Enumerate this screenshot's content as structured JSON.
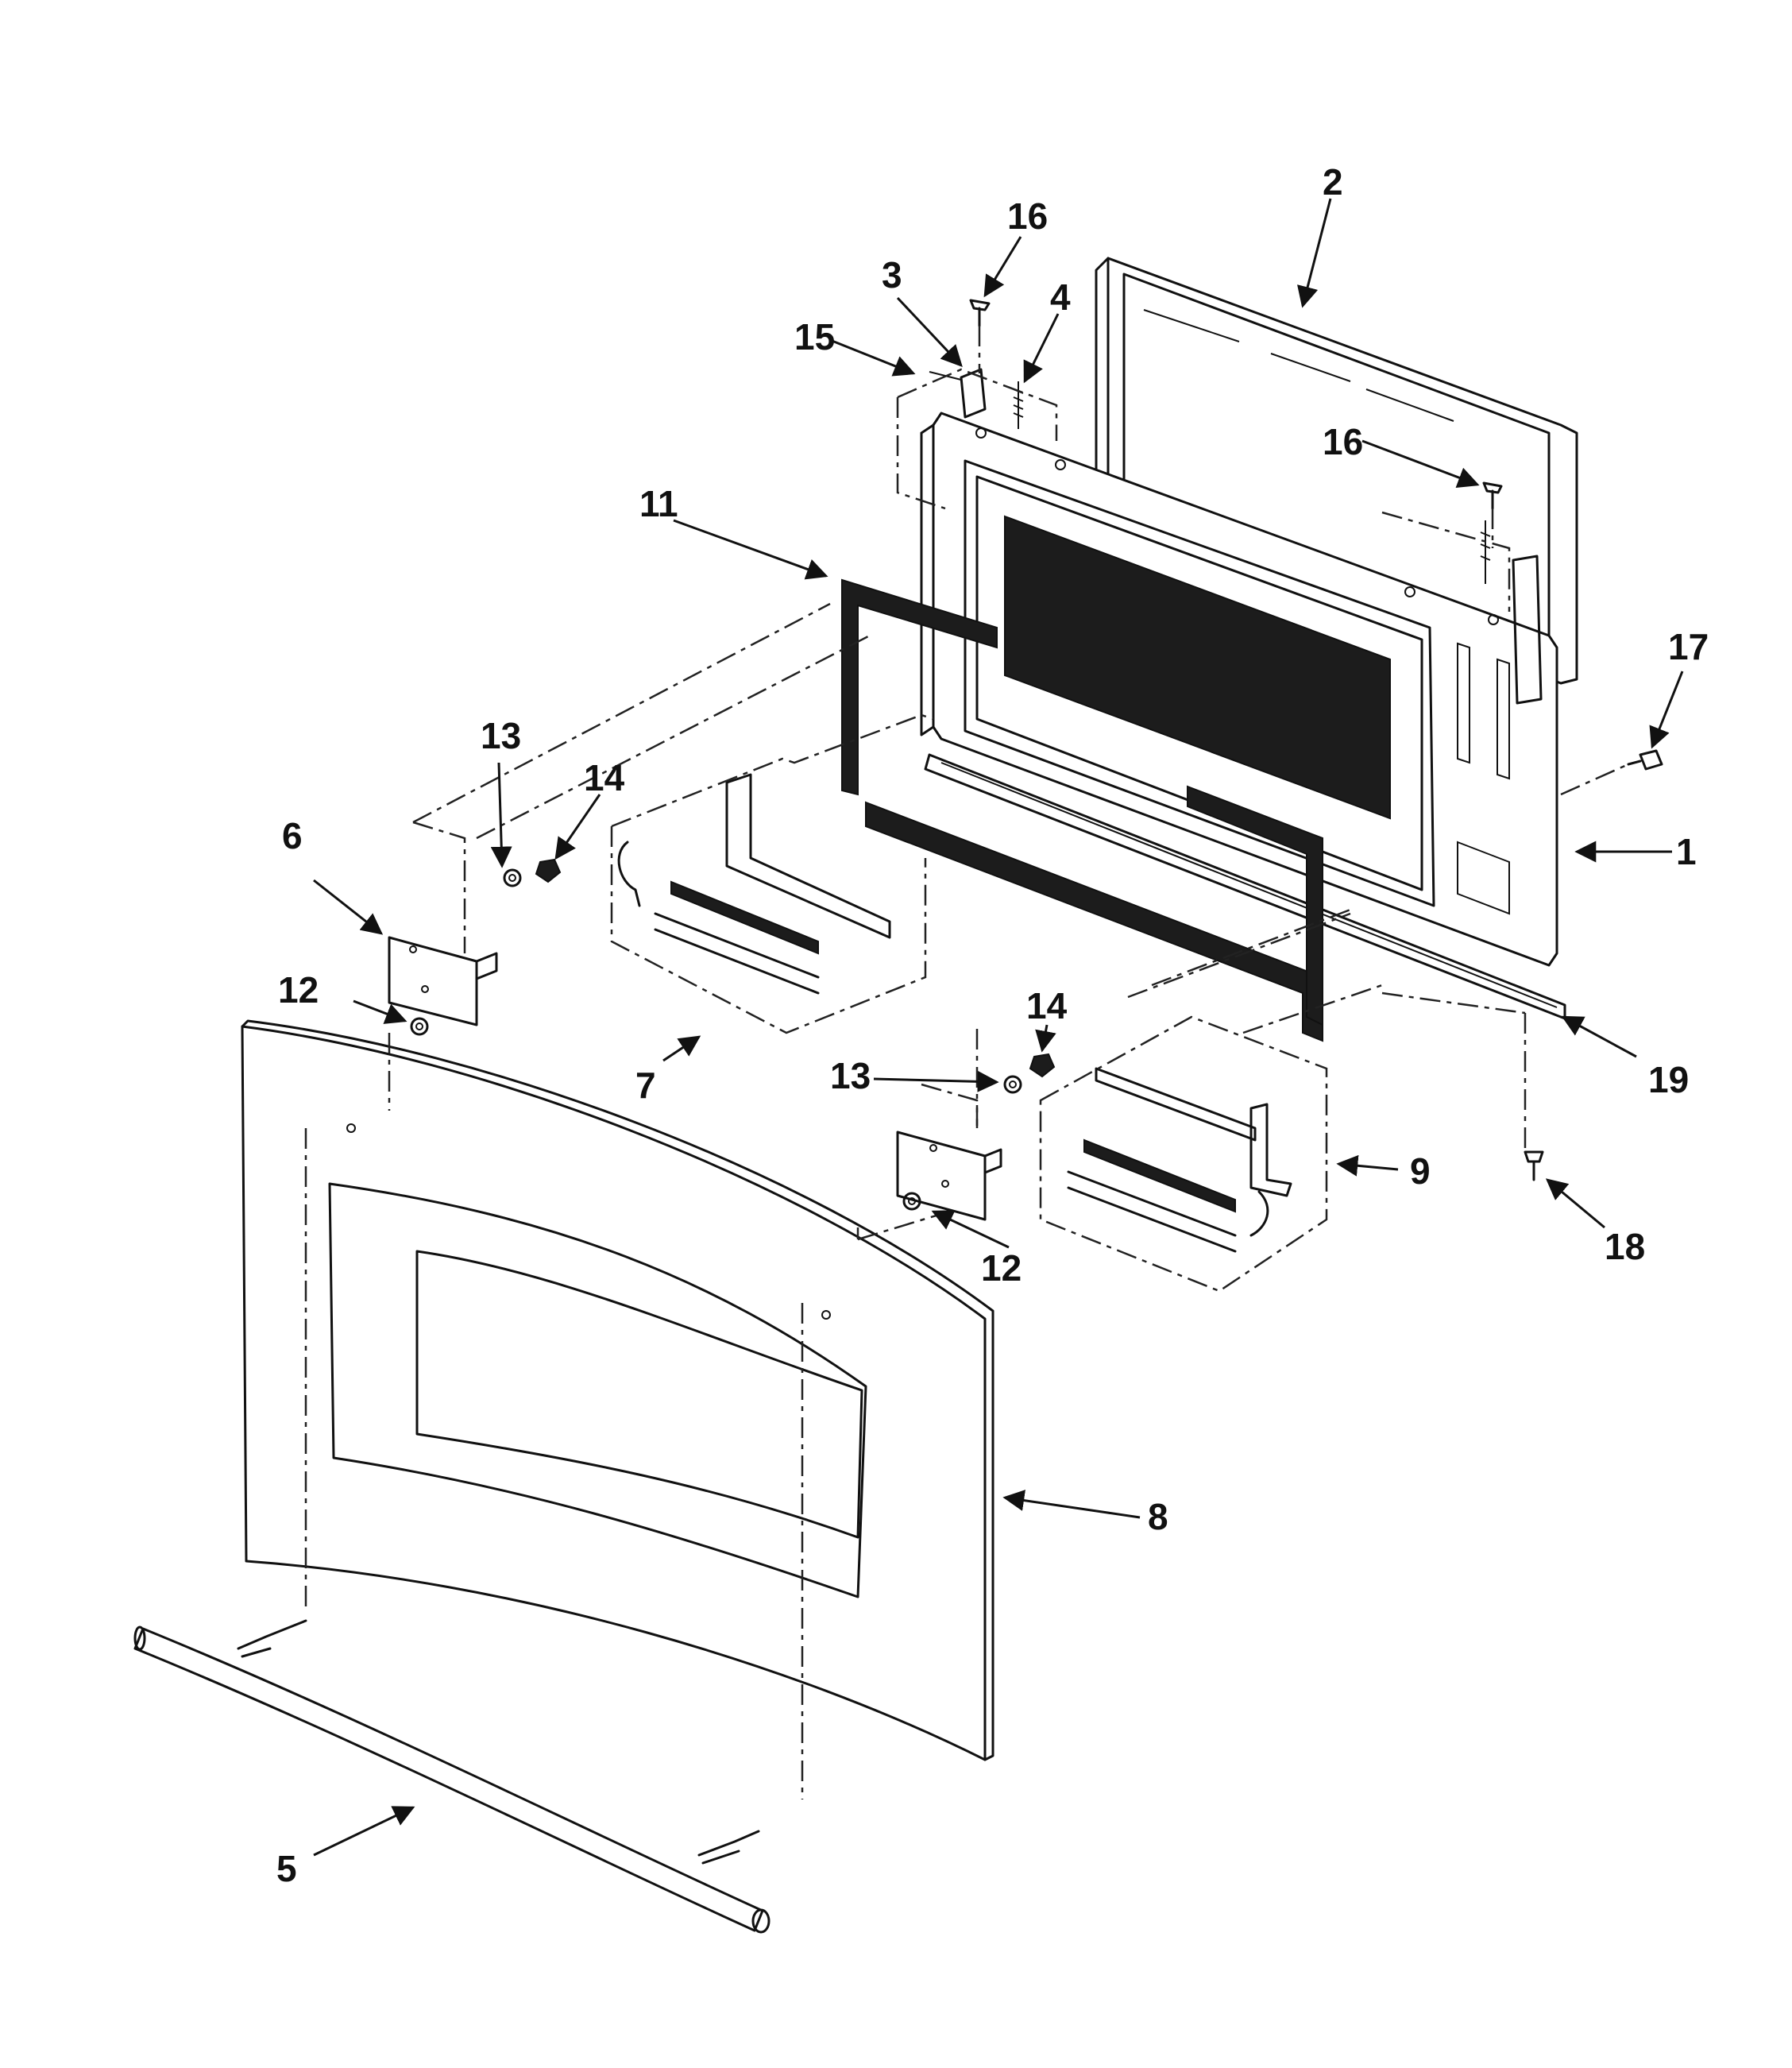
{
  "diagram": {
    "callouts": [
      "1",
      "2",
      "3",
      "4",
      "5",
      "6",
      "7",
      "8",
      "9",
      "11",
      "12",
      "12",
      "13",
      "13",
      "14",
      "14",
      "15",
      "16",
      "16",
      "17",
      "18",
      "19"
    ],
    "icons": [
      "oven-door-exploded-view"
    ]
  }
}
